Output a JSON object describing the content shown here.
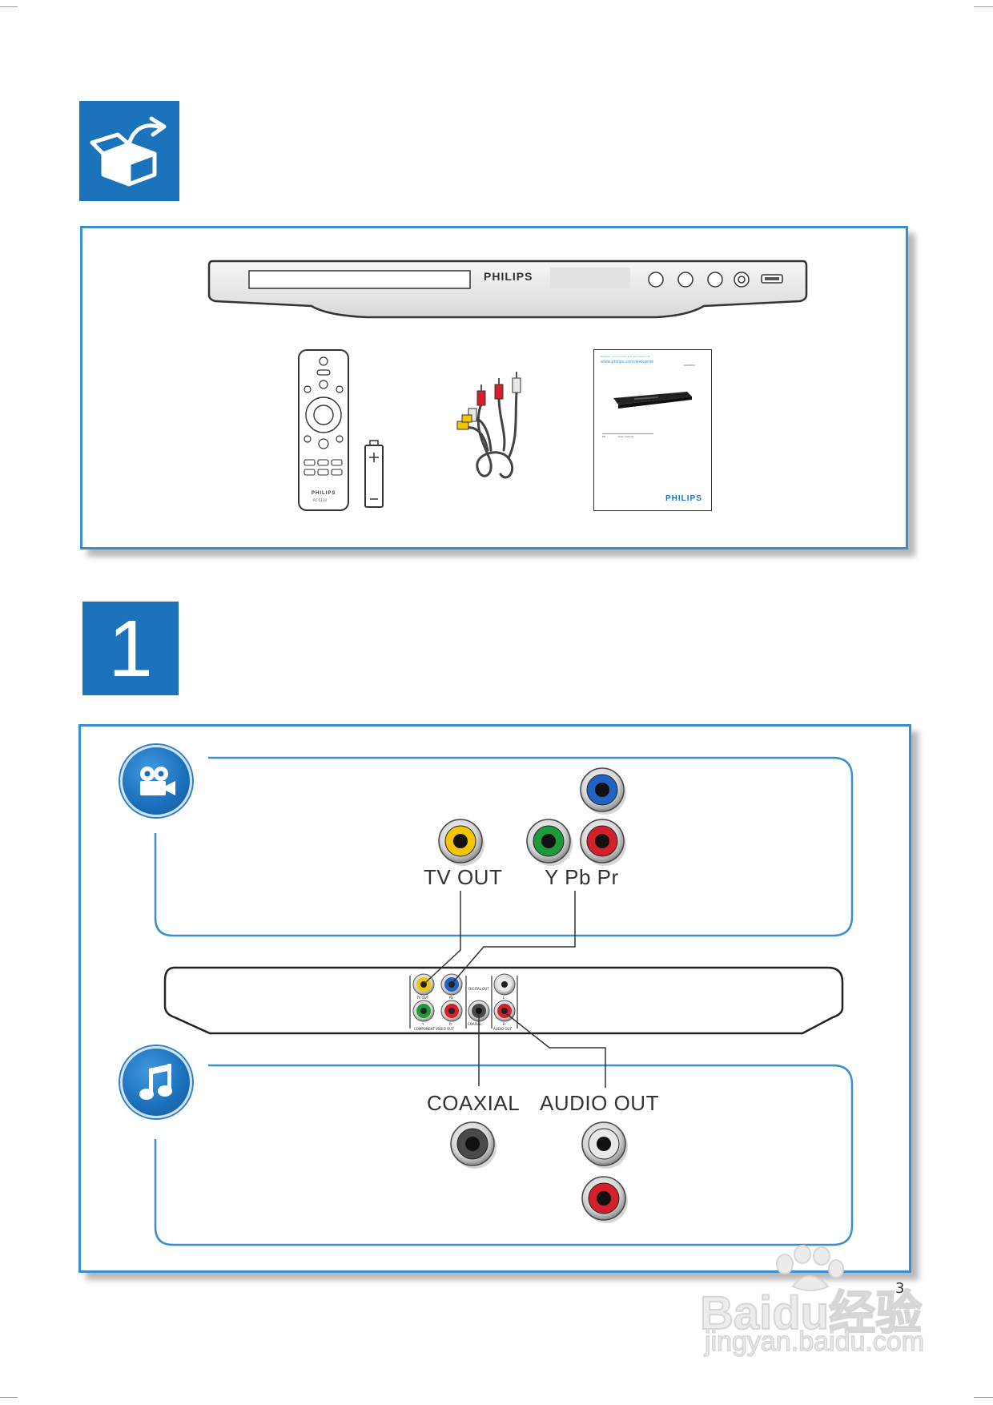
{
  "step": {
    "number": "1"
  },
  "player": {
    "brand": "PHILIPS"
  },
  "remote": {
    "brand": "PHILIPS",
    "model": "RC-5110"
  },
  "booklet": {
    "header_line1": "Register your product and get support at",
    "url": "www.philips.com/welcome",
    "model": "DVP3880",
    "field_label": "EN",
    "field_value": "User manual",
    "brand": "PHILIPS"
  },
  "video_section": {
    "tv_out_label": "TV OUT",
    "component_label": "Y Pb Pr"
  },
  "audio_section": {
    "coaxial_label": "COAXIAL",
    "audio_out_label": "AUDIO OUT"
  },
  "rear_panel": {
    "tv_out": "TV OUT",
    "y": "Y",
    "pb": "Pb",
    "pr": "Pr",
    "digital_out": "DIGITAL OUT",
    "coaxial": "COAXIAL",
    "component_video_out": "COMPONENT VIDEO OUT",
    "l": "L",
    "r": "R",
    "audio_out": "AUDIO OUT"
  },
  "page_number": "3",
  "watermark": {
    "brand": "Baidu经验",
    "url": "jingyan.baidu.com"
  },
  "colors": {
    "accent_blue": "#1b73bb",
    "panel_border": "#3a8fd0",
    "jack_yellow": "#f2c500",
    "jack_green": "#1e9a3a",
    "jack_red": "#d4202a",
    "jack_blue": "#1f63c4",
    "jack_white": "#e8e8e8",
    "jack_black": "#4a4a4a"
  },
  "icons": {
    "unbox": "unbox-icon",
    "video": "video-camera-icon",
    "audio": "music-note-icon"
  }
}
